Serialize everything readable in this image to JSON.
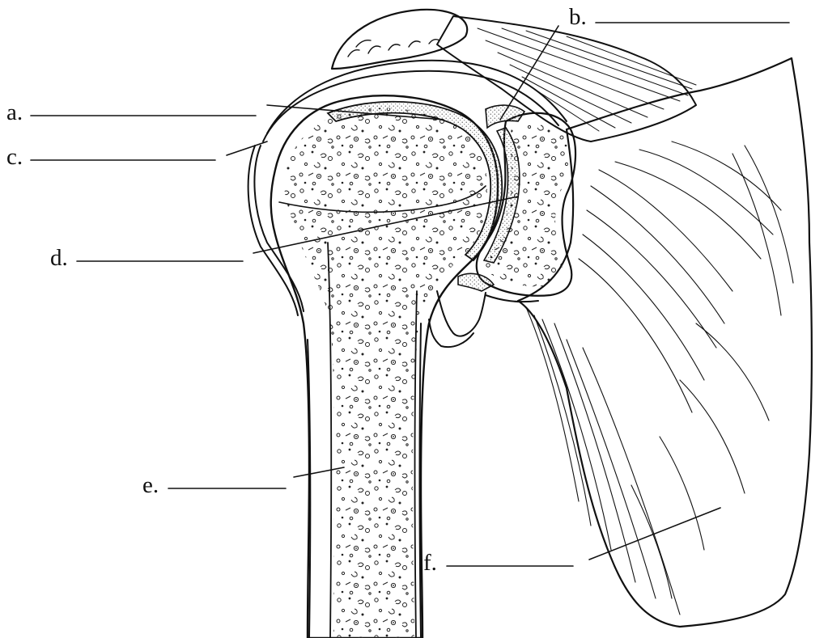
{
  "labels": {
    "a": "a.",
    "b": "b.",
    "c": "c.",
    "d": "d.",
    "e": "e.",
    "f": "f."
  },
  "colors": {
    "ink": "#111111",
    "paper": "#ffffff",
    "stipple": "#9a9a9a"
  }
}
